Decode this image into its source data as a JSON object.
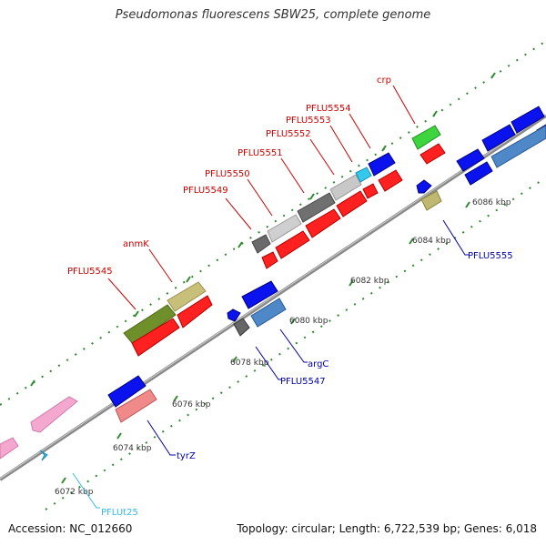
{
  "title": "Pseudomonas fluorescens SBW25, complete genome",
  "footer": {
    "accession": "Accession: NC_012660",
    "summary": "Topology: circular; Length: 6,722,539 bp; Genes: 6,018"
  },
  "colors": {
    "backbone": "#8a8a8a",
    "tick": "#2f8a2f",
    "forward_label": "#cc0000",
    "reverse_label": "#0000aa",
    "rna_label": "#33bbee"
  },
  "ticks": [
    "6072 kbp",
    "6074 kbp",
    "6076 kbp",
    "6078 kbp",
    "6080 kbp",
    "6082 kbp",
    "6084 kbp",
    "6086 kbp"
  ],
  "forward_labels": [
    "PFLU5545",
    "anmK",
    "PFLU5549",
    "PFLU5550",
    "PFLU5551",
    "PFLU5552",
    "PFLU5553",
    "PFLU5554",
    "crp"
  ],
  "reverse_labels": [
    "tyrZ",
    "PFLU5547",
    "argC",
    "PFLU5555"
  ],
  "rna_labels": [
    "PFLUt25"
  ]
}
